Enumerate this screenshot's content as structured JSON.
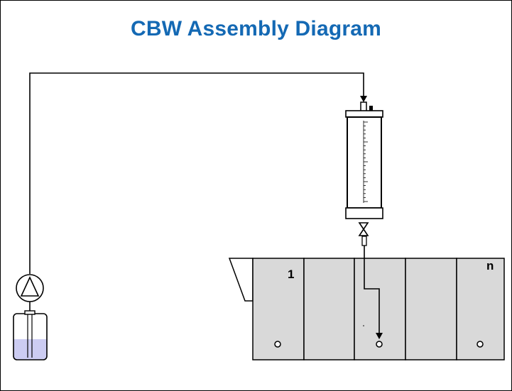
{
  "diagram": {
    "title": "CBW Assembly Diagram",
    "tank_labels": {
      "first": "1",
      "last": "n"
    },
    "colors": {
      "title": "#1469b4",
      "tank_fill": "#d9d9d9",
      "liquid": "#ccccf2",
      "line": "#000000"
    },
    "components": {
      "pump": "pump-icon",
      "reservoir": "reservoir-bottle",
      "column": "graduated-column",
      "valve": "valve-icon",
      "tank": "multi-compartment-tank"
    }
  }
}
